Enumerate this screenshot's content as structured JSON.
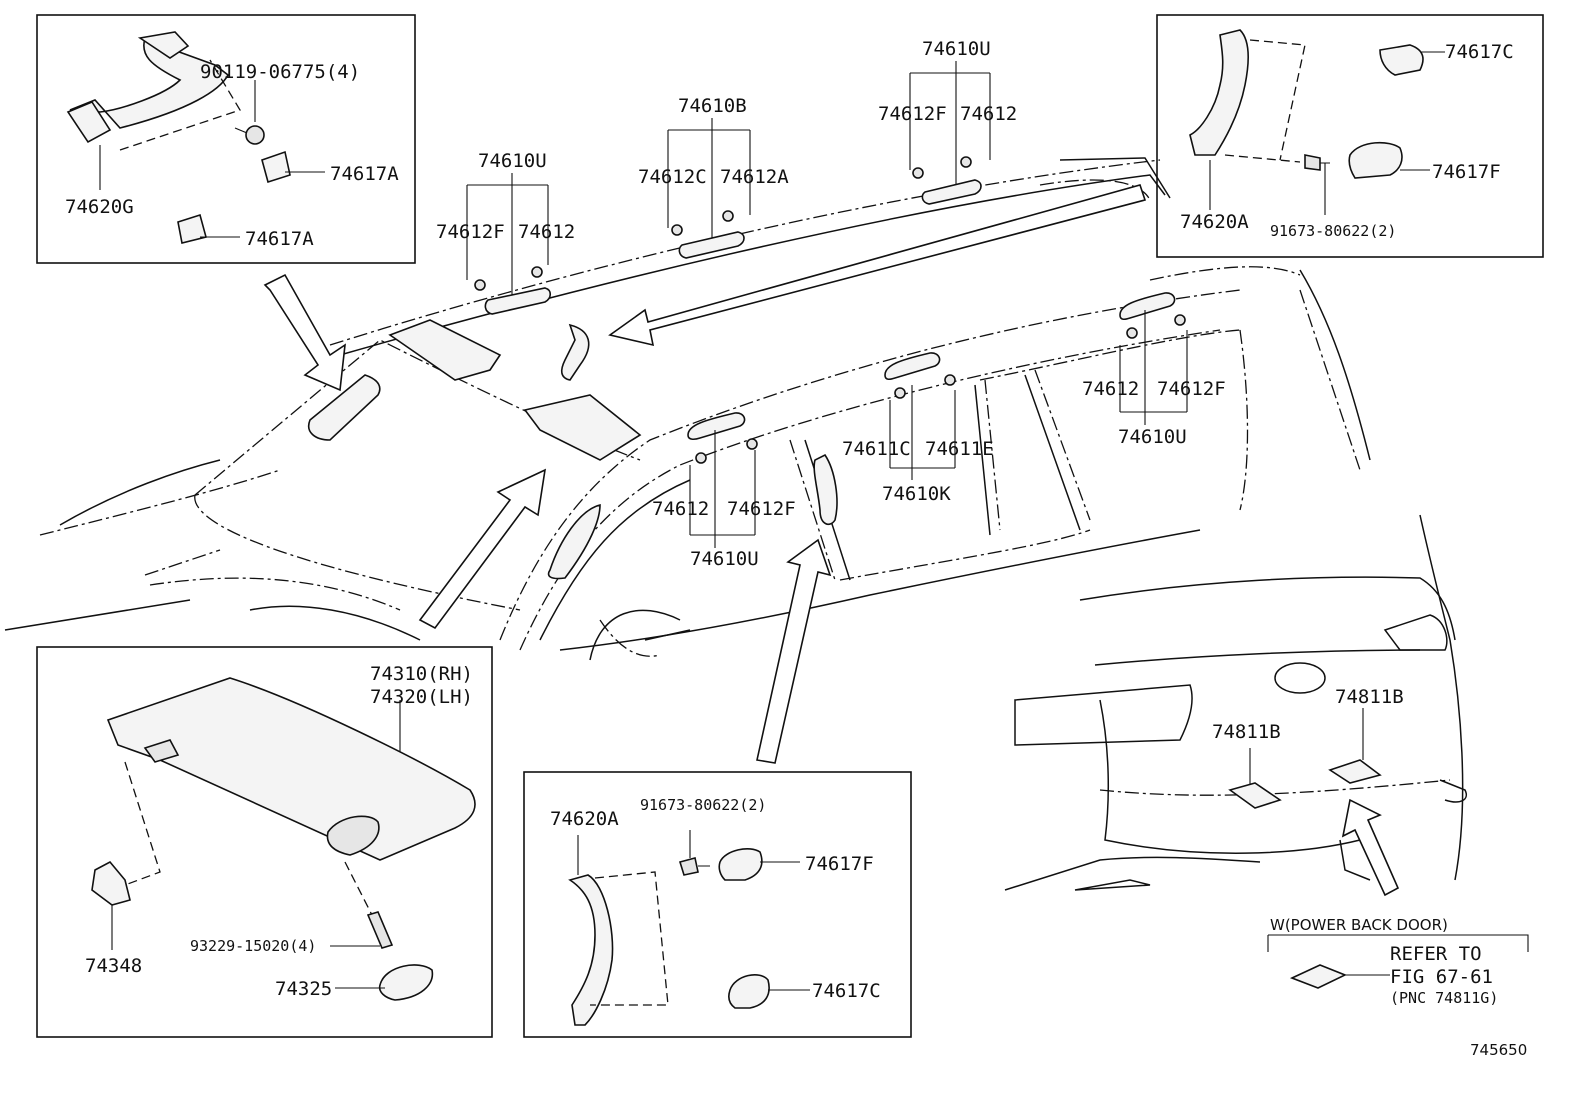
{
  "labels": {
    "tl_bolt": "90119-06775(4)",
    "tl_cap1": "74617A",
    "tl_grip": "74620G",
    "tl_cap2": "74617A",
    "rail1_asm": "74610U",
    "rail1_f": "74612F",
    "rail1_r": "74612",
    "rail2_asm": "74610B",
    "rail2_c": "74612C",
    "rail2_a": "74612A",
    "rail3_asm": "74610U",
    "rail3_f": "74612F",
    "rail3_r": "74612",
    "tr_cap1": "74617C",
    "tr_cap2": "74617F",
    "tr_grip": "74620A",
    "tr_bolt": "91673-80622(2)",
    "rr_r": "74612",
    "rr_f": "74612F",
    "rr_asm": "74610U",
    "mid_c": "74611C",
    "mid_e": "74611E",
    "mid_asm": "74610K",
    "fr_r": "74612",
    "fr_f": "74612F",
    "fr_asm": "74610U",
    "visor_rh": "74310(RH)",
    "visor_lh": "74320(LH)",
    "visor_holder": "74348",
    "visor_screw": "93229-15020(4)",
    "visor_cover": "74325",
    "bc_grip": "74620A",
    "bc_bolt": "91673-80622(2)",
    "bc_cap1": "74617F",
    "bc_cap2": "74617C",
    "bd_left": "74811B",
    "bd_right": "74811B",
    "pbd_title": "W(POWER BACK DOOR)",
    "pbd_refer": "REFER TO",
    "pbd_fig": "FIG 67-61",
    "pbd_pnc": "(PNC 74811G)",
    "diagram_no": "745650"
  }
}
